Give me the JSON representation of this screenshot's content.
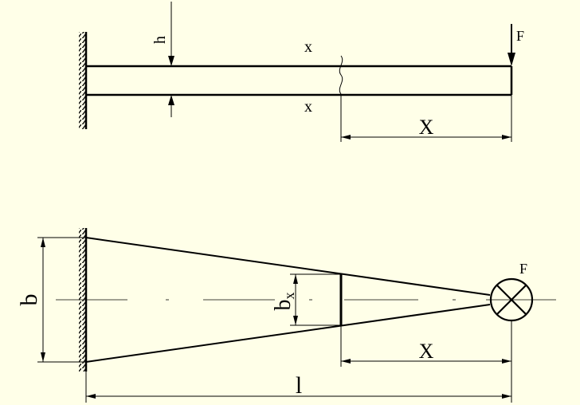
{
  "colors": {
    "background": "#ffffe8",
    "ink": "#000000"
  },
  "side_view": {
    "force_label": "F",
    "height_label": "h",
    "top_section_label": "x",
    "bottom_section_label": "x",
    "distance_label": "X"
  },
  "plan_view": {
    "force_label": "F",
    "width_label": "b",
    "section_width_label": "b",
    "section_width_subscript": "x",
    "distance_label": "X",
    "length_label": "l"
  }
}
